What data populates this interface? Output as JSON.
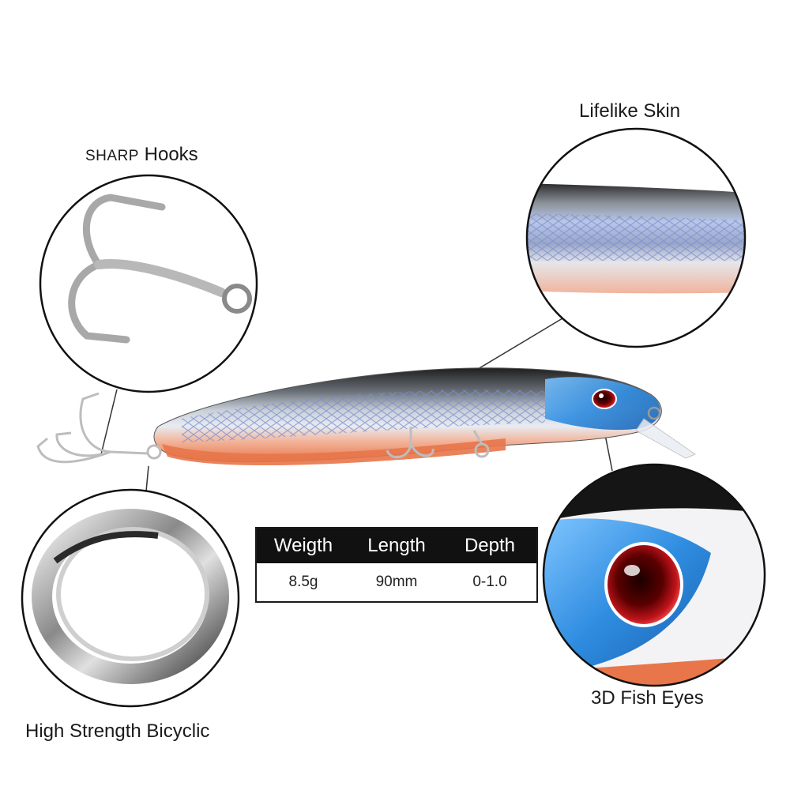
{
  "callouts": {
    "hooks": {
      "prefix": "SHARP",
      "rest": " Hooks"
    },
    "skin": "Lifelike Skin",
    "eyes": "3D Fish Eyes",
    "ring": "High Strength Bicyclic"
  },
  "specs": {
    "headers": [
      "Weigth",
      "Length",
      "Depth"
    ],
    "values": [
      "8.5g",
      "90mm",
      "0-1.0"
    ]
  },
  "colors": {
    "table_header": "#111111",
    "lure_belly": "#e8764a",
    "lure_back": "#2a2a2a",
    "eye": "#c0141b",
    "head_blue": "#2f8de0"
  }
}
